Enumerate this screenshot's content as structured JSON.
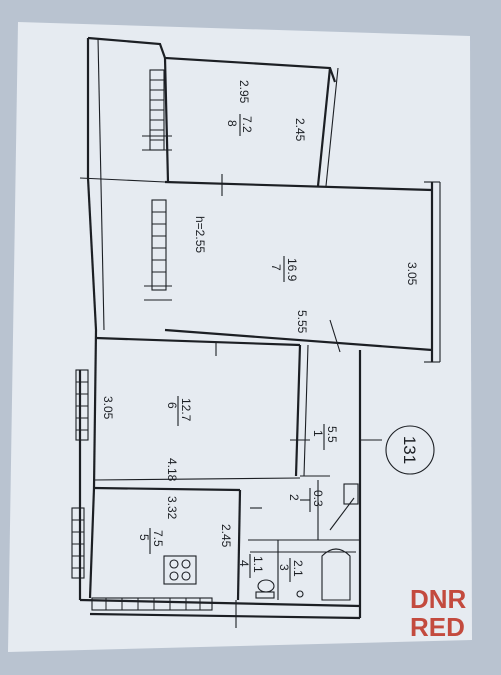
{
  "plan": {
    "apartment_number": "131",
    "rooms": [
      {
        "no": "8",
        "area": "7.2",
        "dims": [
          "2.95",
          "2.45"
        ]
      },
      {
        "no": "7",
        "area": "16.9",
        "height": "h=2.55",
        "dims": [
          "5.55",
          "3.05"
        ]
      },
      {
        "no": "6",
        "area": "12.7",
        "dims": [
          "3.05",
          "4.18"
        ]
      },
      {
        "no": "1",
        "area": "5.5"
      },
      {
        "no": "5",
        "area": "7.5",
        "dims": [
          "3.32",
          "2.45"
        ]
      },
      {
        "no": "2",
        "area": "0.3"
      },
      {
        "no": "4",
        "area": "1.1"
      },
      {
        "no": "3",
        "area": "2.1"
      }
    ]
  },
  "watermark": {
    "line1": "DNR",
    "line2": "RED",
    "color": "#c0392b"
  }
}
